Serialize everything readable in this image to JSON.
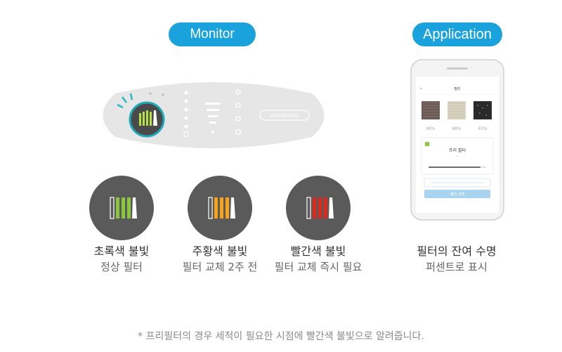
{
  "labels": {
    "monitor": "Monitor",
    "application": "Application"
  },
  "panel": {
    "brand": "ATMOSPHERE"
  },
  "indicators": [
    {
      "title": "초록색 불빛",
      "subtitle": "정상 필터",
      "color": "#8cc63f"
    },
    {
      "title": "주황색 불빛",
      "subtitle": "필터 교체 2주 전",
      "color": "#f7a21b"
    },
    {
      "title": "빨간색 불빛",
      "subtitle": "필터 교체 즉시 필요",
      "color": "#e1261c"
    }
  ],
  "app_caption": {
    "title": "필터의 잔여 수명",
    "subtitle": "퍼센트로 표시"
  },
  "phone": {
    "header": "필터",
    "filters": [
      {
        "percent": "90%"
      },
      {
        "percent": "88%"
      },
      {
        "percent": "43%"
      }
    ],
    "card_title": "프리 필터",
    "button": "필터 교체"
  },
  "footnote": "* 프리필터의 경우 세척이 필요한 시점에 빨간색 불빛으로 알려줍니다.",
  "colors": {
    "accent": "#1aa2dd",
    "panel": "#e6e6e6",
    "indicator_bg": "#5a5a5a"
  }
}
